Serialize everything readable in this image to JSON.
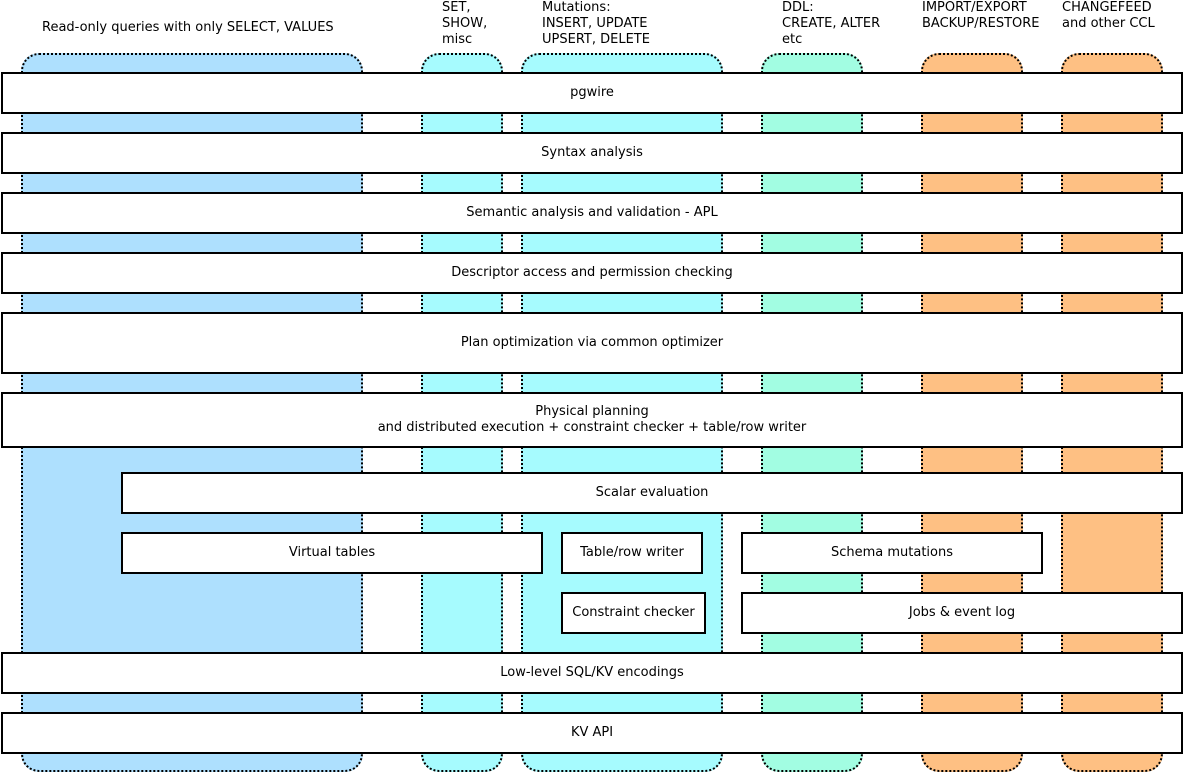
{
  "columns": [
    {
      "label": "Read-only queries with only SELECT, VALUES",
      "color": "#aee0fe"
    },
    {
      "label": "SET,\nSHOW,\nmisc",
      "color": "#a6fbfe"
    },
    {
      "label": "Mutations:\nINSERT, UPDATE\nUPSERT, DELETE",
      "color": "#a6fbfe"
    },
    {
      "label": "DDL:\nCREATE, ALTER\netc",
      "color": "#a2fde2"
    },
    {
      "label": "IMPORT/EXPORT\nBACKUP/RESTORE",
      "color": "#fec083"
    },
    {
      "label": "CHANGEFEED\nand other CCL",
      "color": "#fec083"
    }
  ],
  "layers": {
    "pgwire": "pgwire",
    "syntax": "Syntax analysis",
    "semantic": "Semantic analysis and validation - APL",
    "descriptor": "Descriptor access and permission checking",
    "plan_opt": "Plan optimization via common optimizer",
    "physical_line1": "Physical planning",
    "physical_line2": "and distributed execution + constraint checker + table/row writer",
    "scalar": "Scalar evaluation",
    "virtual_tables": "Virtual tables",
    "table_row_writer": "Table/row writer",
    "schema_mutations": "Schema mutations",
    "constraint_checker": "Constraint checker",
    "jobs_event_log": "Jobs & event log",
    "low_level": "Low-level SQL/KV encodings",
    "kv_api": "KV API"
  }
}
